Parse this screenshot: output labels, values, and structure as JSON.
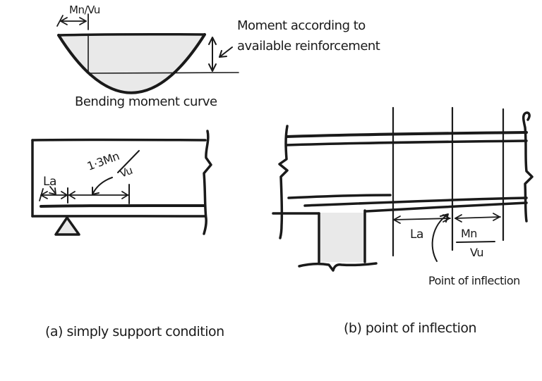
{
  "figure": {
    "bg_color": "#ffffff",
    "ink_color": "#1a1a1a",
    "shade_color": "#e9e9e9"
  },
  "moment_curve": {
    "dim_label": "Mn/Vu",
    "annotation_line1": "Moment according to",
    "annotation_line2": "available reinforcement",
    "caption": "Bending moment curve"
  },
  "simply_supported": {
    "la_label": "La",
    "fraction_numerator": "1·3Mn",
    "fraction_denominator": "Vu",
    "caption": "(a) simply support condition"
  },
  "inflection": {
    "la_label": "La",
    "fraction_numerator": "Mn",
    "fraction_denominator": "Vu",
    "pointer_label": "Point of inflection",
    "caption": "(b) point of inflection"
  }
}
